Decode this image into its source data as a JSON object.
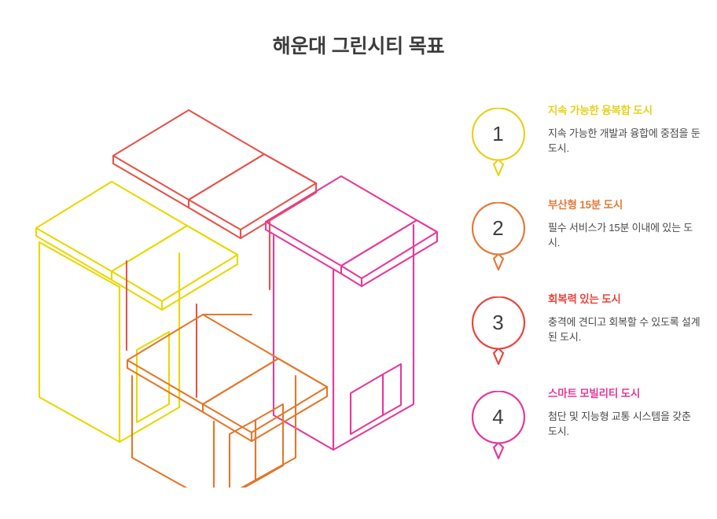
{
  "page": {
    "title": "해운대 그린시티 목표",
    "background_color": "#ffffff",
    "title_color": "#3c3c3c"
  },
  "illustration": {
    "name": "isometric-city-houses-line-art",
    "description": "네 채의 아이소메트릭 선화 주택 일러스트",
    "houses": [
      {
        "id": "house-red",
        "color": "#e3544c",
        "position": "top-back"
      },
      {
        "id": "house-yellow",
        "color": "#e8d800",
        "position": "left"
      },
      {
        "id": "house-pink",
        "color": "#e5399b",
        "position": "right"
      },
      {
        "id": "house-orange",
        "color": "#e3772a",
        "position": "front-center"
      }
    ]
  },
  "steps": [
    {
      "number": "1",
      "color": "#e8d11e",
      "heading": "지속 가능한 융복합 도시",
      "body": "지속 가능한 개발과 융합에 중점을 둔 도시."
    },
    {
      "number": "2",
      "color": "#e07b39",
      "heading": "부산형 15분 도시",
      "body": "필수 서비스가 15분 이내에 있는 도시."
    },
    {
      "number": "3",
      "color": "#e8453c",
      "heading": "회복력 있는 도시",
      "body": "충격에 견디고 회복할 수 있도록 설계된 도시."
    },
    {
      "number": "4",
      "color": "#e5399b",
      "heading": "스마트 모빌리티 도시",
      "body": "첨단 및 지능형 교통 시스템을 갖춘 도시."
    }
  ]
}
